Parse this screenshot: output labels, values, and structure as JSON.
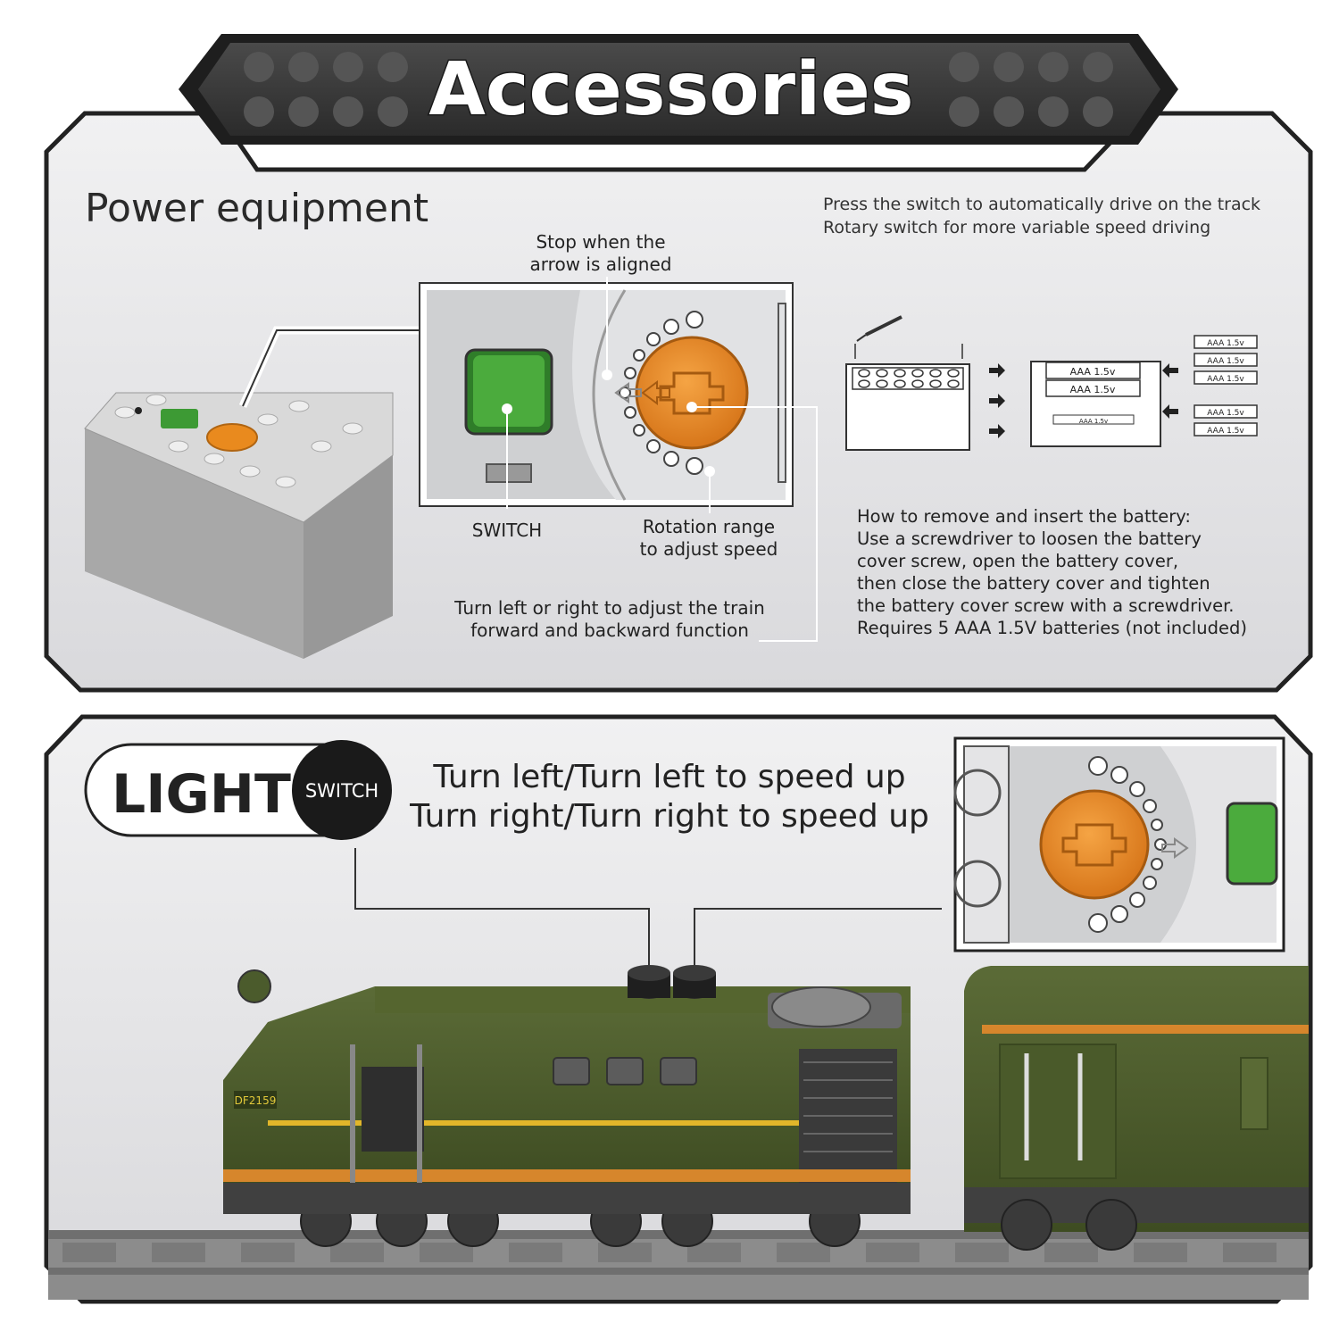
{
  "header": {
    "title": "Accessories"
  },
  "power": {
    "heading": "Power equipment",
    "intro_line1": "Press the switch to automatically drive on the track",
    "intro_line2": "Rotary switch for more variable speed driving",
    "callout_stop_line1": "Stop when the",
    "callout_stop_line2": "arrow is aligned",
    "callout_switch": "SWITCH",
    "callout_rotation_line1": "Rotation range",
    "callout_rotation_line2": "to adjust speed",
    "callout_turn_line1": "Turn left or right to adjust the train",
    "callout_turn_line2": "forward and backward function",
    "battery_label": "AAA 1.5v",
    "battery_label_small": "AAA 1.5v",
    "battery_label_tiny": "AAA 1.5v",
    "instructions": [
      "How to remove and insert the battery:",
      "Use a screwdriver to loosen the battery",
      "cover screw, open the battery cover,",
      "then close the battery cover and tighten",
      "the battery cover screw with a screwdriver.",
      "Requires 5 AAA 1.5V batteries (not included)"
    ]
  },
  "light": {
    "badge_main": "LIGHT",
    "badge_circle": "SWITCH",
    "line1": "Turn left/Turn left to speed up",
    "line2": "Turn right/Turn right to speed up",
    "loco_number": "DF2159"
  },
  "colors": {
    "panel_bg": "#e6e6e8",
    "frame": "#222222",
    "switch_green": "#3d9a34",
    "knob_orange": "#e98a1e",
    "train_green": "#4b5b2c",
    "stripe_yellow": "#e2b62a"
  }
}
